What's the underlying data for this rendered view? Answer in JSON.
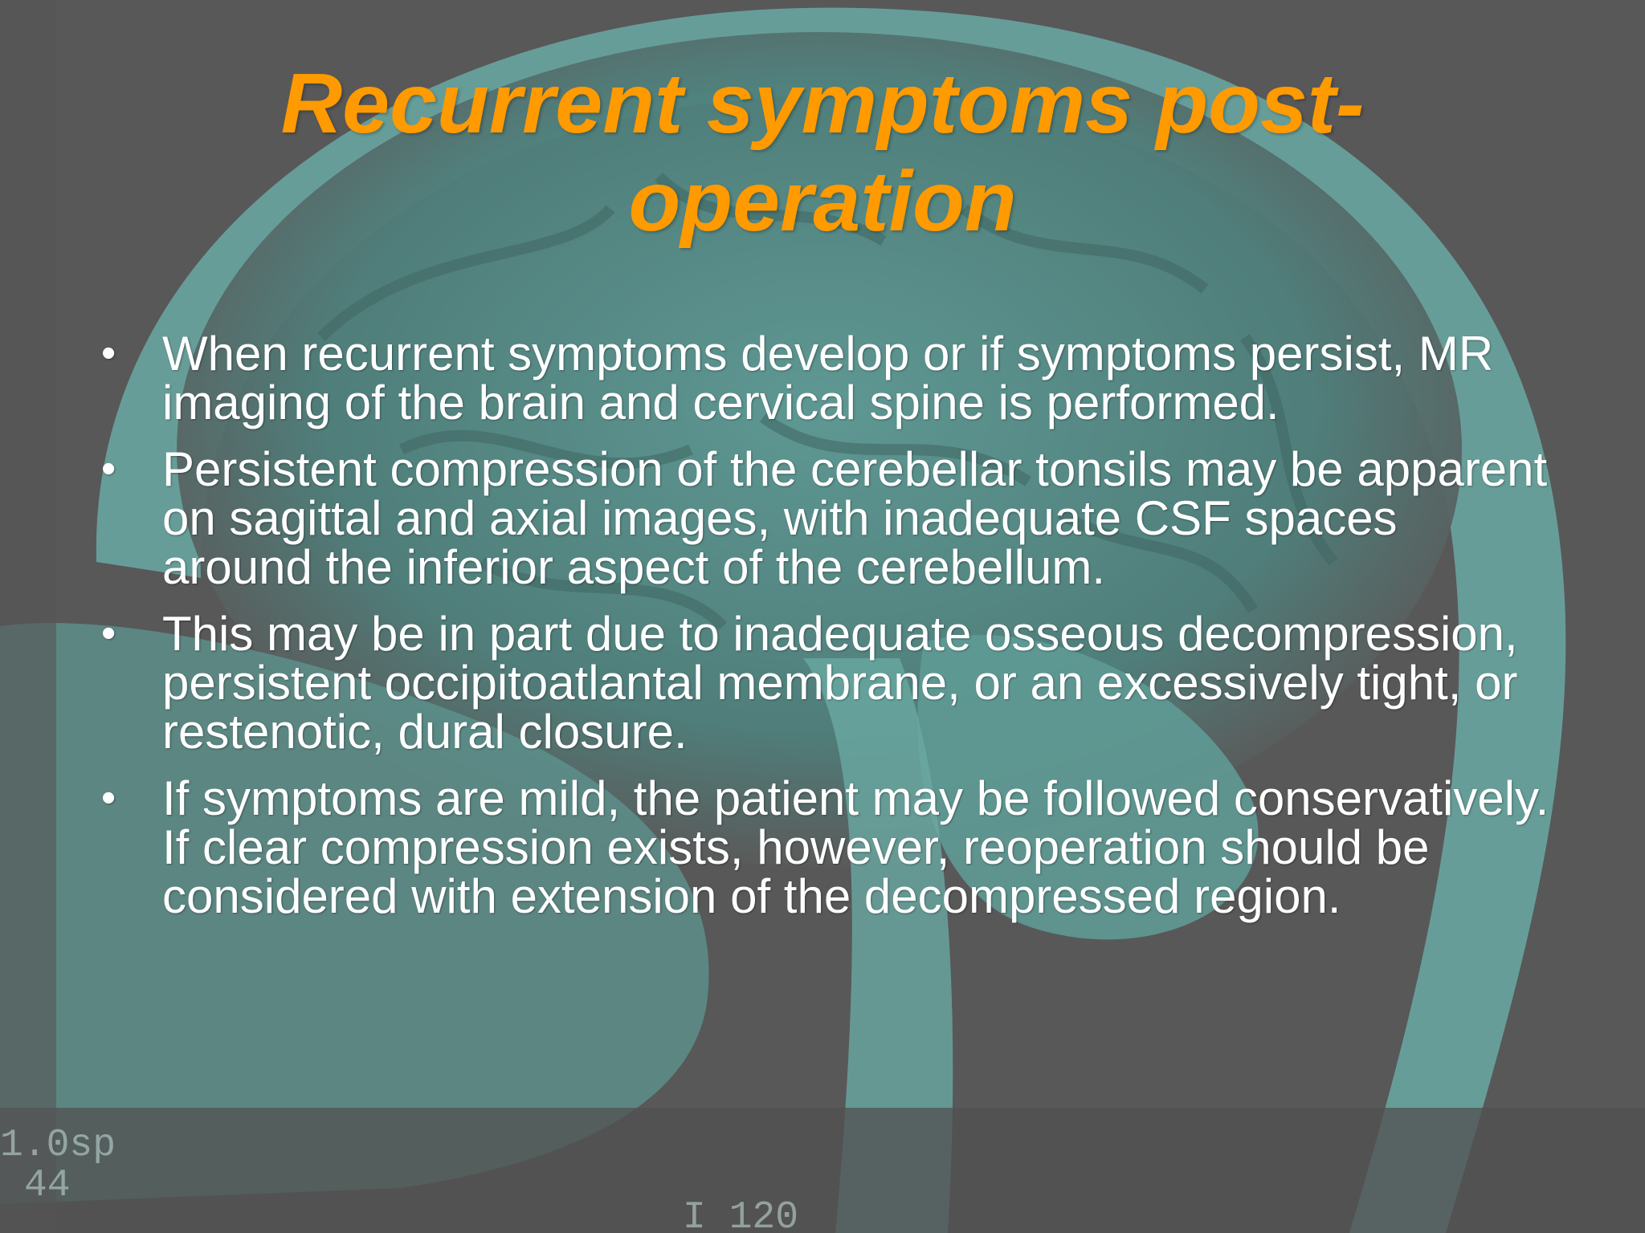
{
  "slide": {
    "title_lines": [
      "Recurrent symptoms post-",
      "operation"
    ],
    "bullets": [
      "When recurrent symptoms develop or if symptoms persist, MR imaging of the brain and cervical spine is performed.",
      "Persistent compression of the cerebellar tonsils may be apparent on sagittal and axial images, with inadequate CSF spaces around the inferior aspect of the cerebellum.",
      "This may be in part due to inadequate osseous decompression, persistent occipitoatlantal membrane, or an excessively tight, or restenotic, dural closure.",
      "If symptoms are mild, the patient may be followed conservatively. If clear compression exists, however, reoperation should be considered with extension of the decompressed region."
    ],
    "bullet_symbol": "•",
    "background_overlay_text": {
      "scan_params": "1.0sp",
      "number_44": "44",
      "bottom_label": "I 120"
    }
  },
  "colors": {
    "title": "#ff9a00",
    "body_text": "#ffffff",
    "background_gray": "#5a5a5a",
    "background_teal": "#5f9a95"
  }
}
